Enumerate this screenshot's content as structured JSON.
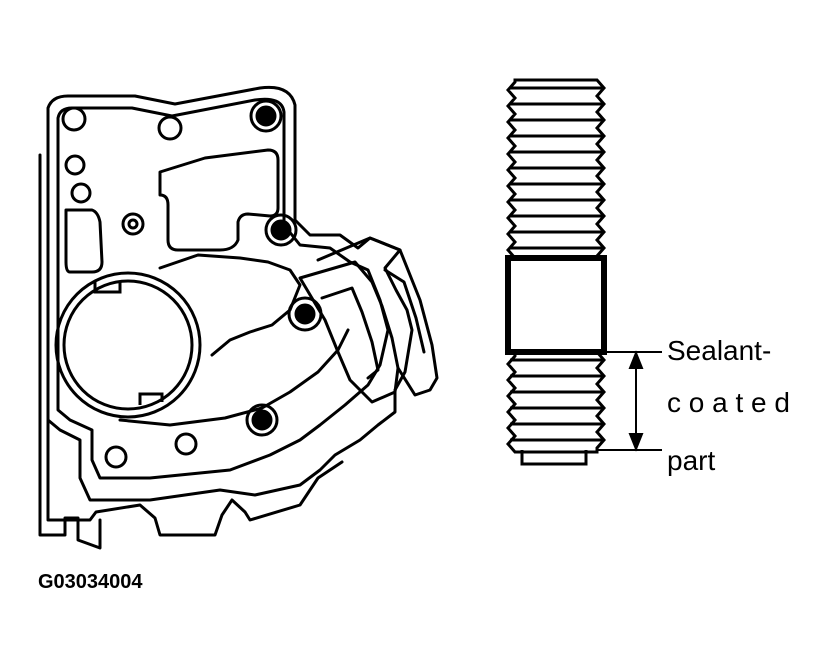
{
  "labels": {
    "line1": "Sealant-",
    "line2": "c o a t e d",
    "line3": "part"
  },
  "figure_code": "G03034004",
  "colors": {
    "ink": "#000000",
    "paper": "#ffffff"
  }
}
